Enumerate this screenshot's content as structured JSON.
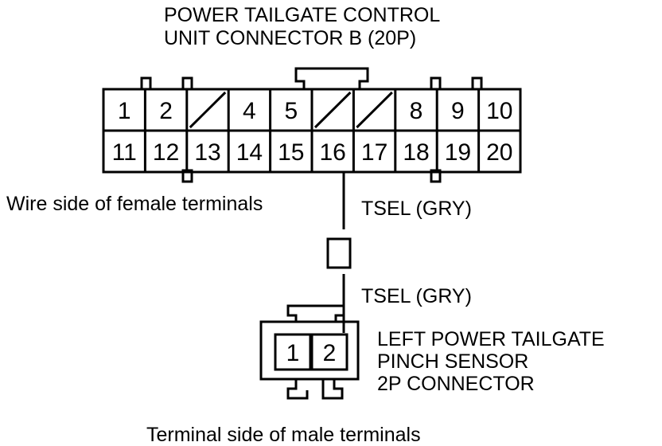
{
  "connector_b": {
    "title_line1": "POWER TAILGATE CONTROL",
    "title_line2": "UNIT CONNECTOR B (20P)",
    "top_row": [
      "1",
      "2",
      "",
      "4",
      "5",
      "",
      "",
      "8",
      "9",
      "10"
    ],
    "bottom_row": [
      "11",
      "12",
      "13",
      "14",
      "15",
      "16",
      "17",
      "18",
      "19",
      "20"
    ],
    "side_label": "Wire side of female terminals"
  },
  "wire": {
    "upper_label": "TSEL (GRY)",
    "lower_label": "TSEL (GRY)"
  },
  "sensor_connector": {
    "pins": [
      "1",
      "2"
    ],
    "label_line1": "LEFT POWER TAILGATE",
    "label_line2": "PINCH SENSOR",
    "label_line3": "2P CONNECTOR",
    "side_label": "Terminal side of male terminals"
  }
}
